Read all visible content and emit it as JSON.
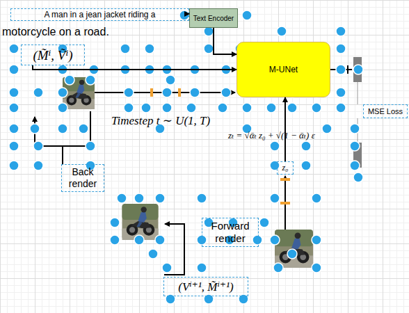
{
  "diagram": {
    "nodes": [
      {
        "text": [
          "A man in a jean jacket riding a",
          "motorcycle on a road."
        ]
      },
      {
        "text": [
          "Text Encoder"
        ]
      },
      {
        "text": [
          "M-UNet"
        ]
      },
      {
        "text": [
          "MSE Loss"
        ]
      },
      {
        "text": [
          "(M̃ⁱ, Ṽⁱ)"
        ]
      },
      {
        "text": [
          "Timestep t ∼ U(1, T)"
        ]
      },
      {
        "text": [
          "zₜ = √ᾱₜ z₀ + √(1 − ᾱₜ) ε"
        ]
      },
      {
        "text": [
          "z₀"
        ]
      },
      {
        "text": [
          "Back render"
        ]
      },
      {
        "text": [
          "Forward render"
        ]
      },
      {
        "text": [
          "(Vⁱ⁺¹, M̃ⁱ⁺¹)"
        ]
      }
    ],
    "edges": [
      {
        "from": 0,
        "to": 1,
        "arrow": "to"
      },
      {
        "from": 1,
        "to": 2,
        "arrow": "to"
      },
      {
        "from": 4,
        "to": 2,
        "arrow": "to"
      },
      {
        "from": 7,
        "to": 2,
        "arrow": "to"
      }
    ]
  }
}
